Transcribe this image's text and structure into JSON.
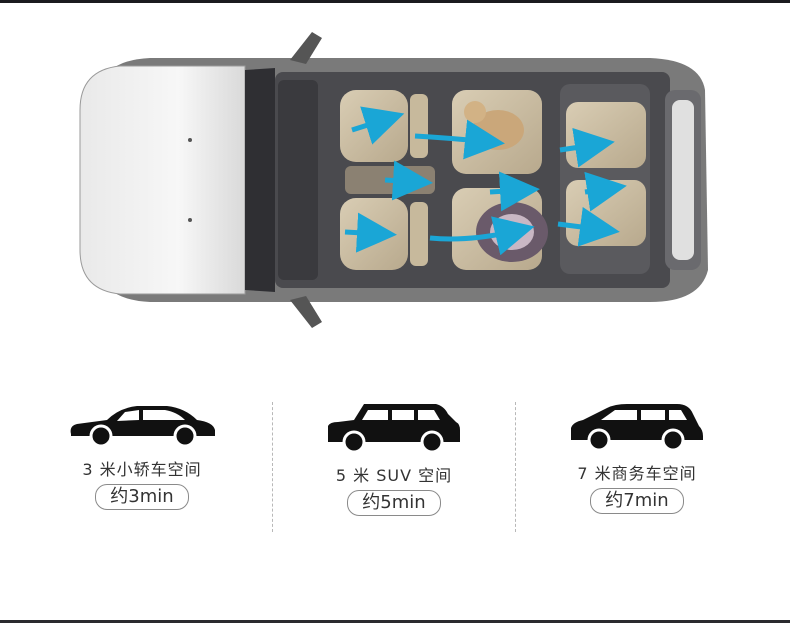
{
  "vehicles": [
    {
      "icon": "sedan-silhouette-icon",
      "label": "3 米小轿车空间",
      "time": "约3min"
    },
    {
      "icon": "suv-silhouette-icon",
      "label": "5 米 SUV 空间",
      "time": "约5min"
    },
    {
      "icon": "mpv-silhouette-icon",
      "label": "7 米商务车空间",
      "time": "约7min"
    }
  ],
  "colors": {
    "arrow": "#1aa6d6",
    "silhouette": "#111111",
    "text": "#333333"
  }
}
